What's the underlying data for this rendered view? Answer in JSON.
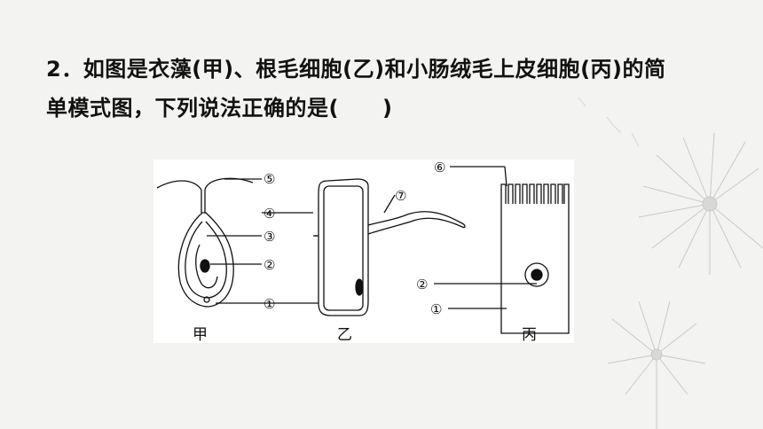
{
  "question": {
    "line1": "2．如图是衣藻(甲)、根毛细胞(乙)和小肠绒毛上皮细胞(丙)的简",
    "line2": "单模式图，下列说法正确的是(　　)"
  },
  "figure": {
    "captions": {
      "jia": "甲",
      "yi": "乙",
      "bing": "丙"
    },
    "markers": {
      "m5": "⑤",
      "m4": "④",
      "m3": "③",
      "m2_jia": "②",
      "m1_jia": "①",
      "m6": "⑥",
      "m7": "⑦",
      "m2_bing": "②",
      "m1_bing": "①"
    }
  }
}
